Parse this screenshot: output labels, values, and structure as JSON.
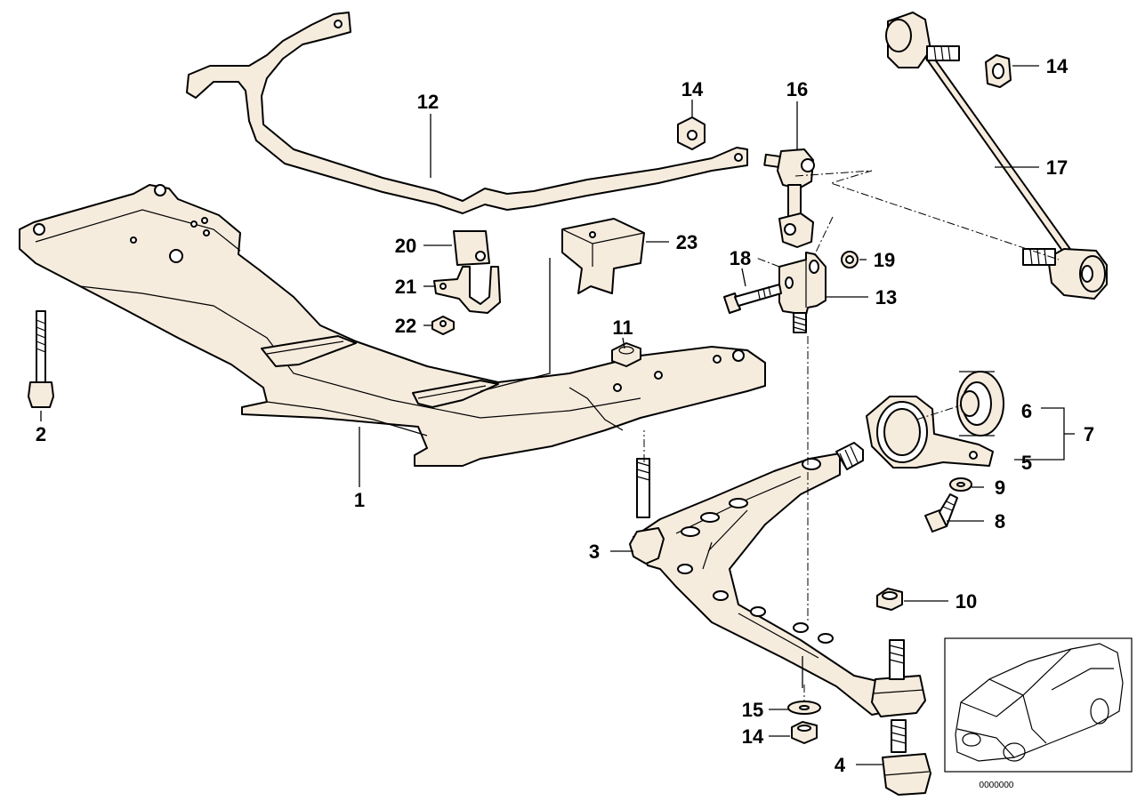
{
  "diagram": {
    "callouts": {
      "c1": "1",
      "c2": "2",
      "c3": "3",
      "c4": "4",
      "c5": "5",
      "c6": "6",
      "c7": "7",
      "c8": "8",
      "c9": "9",
      "c10": "10",
      "c11": "11",
      "c12": "12",
      "c13": "13",
      "c14a": "14",
      "c14b": "14",
      "c14c": "14",
      "c15": "15",
      "c16": "16",
      "c17": "17",
      "c18": "18",
      "c19": "19",
      "c20": "20",
      "c21": "21",
      "c22": "22",
      "c23": "23"
    },
    "reference_code": "0000000",
    "colors": {
      "part_fill": "#f6ecde",
      "line": "#000000",
      "background": "#ffffff"
    }
  }
}
